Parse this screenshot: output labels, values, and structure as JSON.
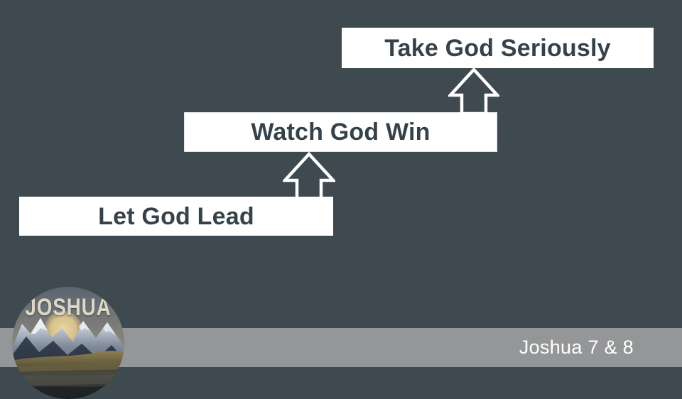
{
  "slide": {
    "background_color": "#3e4950",
    "accent_box_color": "#ffffff",
    "text_color": "#36424a",
    "footer_band_color": "#949698"
  },
  "steps": [
    {
      "label": "Let God Lead"
    },
    {
      "label": "Watch God Win"
    },
    {
      "label": "Take God Seriously"
    }
  ],
  "arrows": [
    {
      "name": "arrow-let-to-watch",
      "direction": "up"
    },
    {
      "name": "arrow-watch-to-take",
      "direction": "up"
    }
  ],
  "footer": {
    "reference": "Joshua 7 & 8"
  },
  "logo": {
    "wordmark": "JOSHUA",
    "shape": "circle",
    "artwork": "mountain-lake-landscape"
  }
}
